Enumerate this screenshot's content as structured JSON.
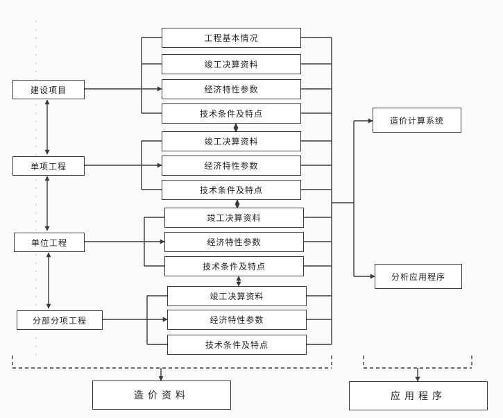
{
  "levels": [
    {
      "label": "建设项目",
      "items": [
        "工程基本情况",
        "竣工决算资料",
        "经济特性参数",
        "技术条件及特点"
      ]
    },
    {
      "label": "单项工程",
      "items": [
        "竣工决算资料",
        "经济特性参数",
        "技术条件及特点"
      ]
    },
    {
      "label": "单位工程",
      "items": [
        "竣工决算资料",
        "经济特性参数",
        "技术条件及特点"
      ]
    },
    {
      "label": "分部分项工程",
      "items": [
        "竣工决算资料",
        "经济特性参数",
        "技术条件及特点"
      ]
    }
  ],
  "right": {
    "system": "造价计算系统",
    "analysis": "分析应用程序"
  },
  "bottom": {
    "data_label": "造价资料",
    "program_label": "应用程序"
  },
  "colors": {
    "line": "#3a3a3a",
    "box_border": "#3a3a3a",
    "background": "#fbfbfb"
  }
}
